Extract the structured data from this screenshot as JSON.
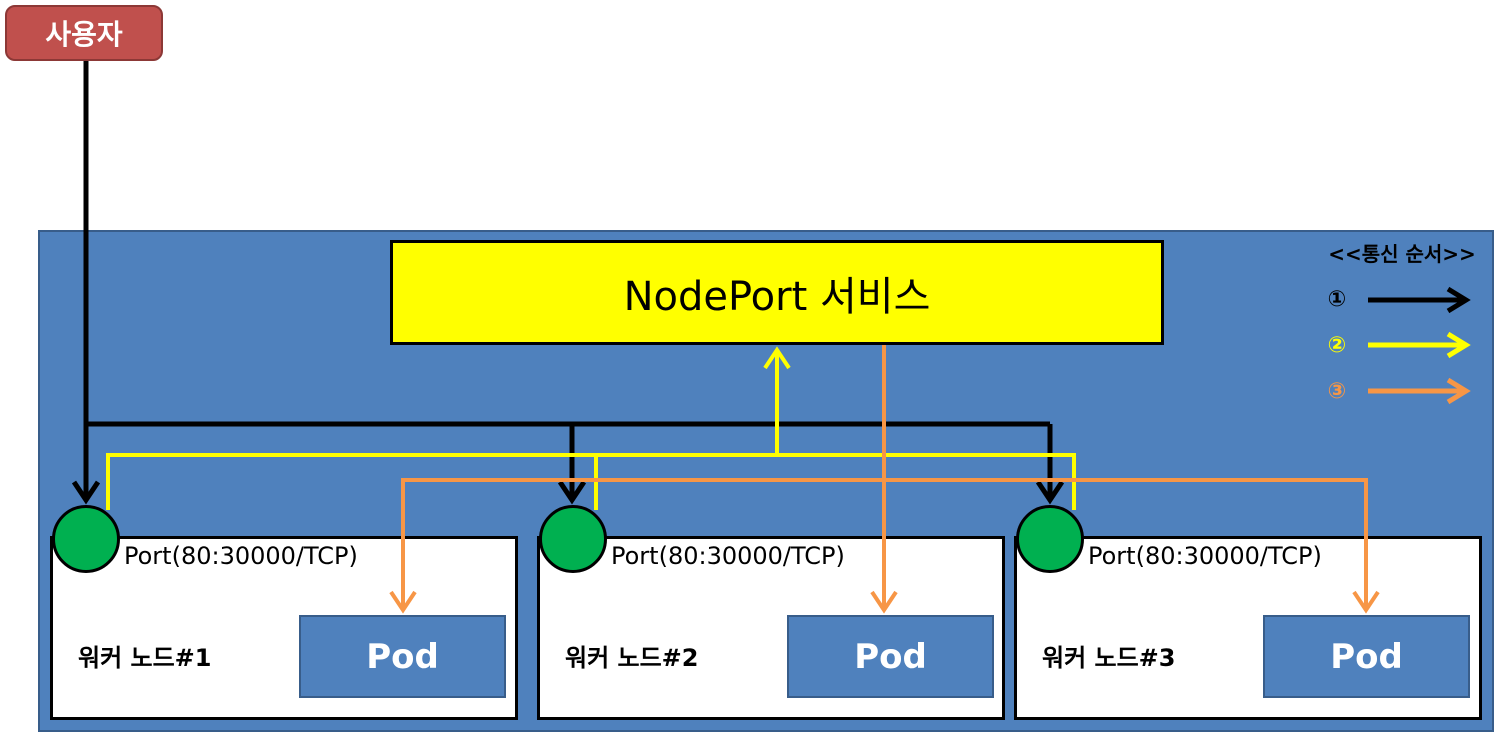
{
  "user": {
    "label": "사용자"
  },
  "service": {
    "label": "NodePort 서비스"
  },
  "nodes": [
    {
      "name": "워커 노드#1",
      "port": "Port(80:30000/TCP)",
      "pod": "Pod"
    },
    {
      "name": "워커 노드#2",
      "port": "Port(80:30000/TCP)",
      "pod": "Pod"
    },
    {
      "name": "워커 노드#3",
      "port": "Port(80:30000/TCP)",
      "pod": "Pod"
    }
  ],
  "legend": {
    "title": "<<통신 순서>>",
    "items": [
      {
        "num": "①",
        "color": "#000000"
      },
      {
        "num": "②",
        "color": "#ffff00"
      },
      {
        "num": "③",
        "color": "#f79646"
      }
    ]
  },
  "colors": {
    "cluster": "#4f81bd",
    "service": "#ffff00",
    "user": "#c0504d",
    "port": "#00b050",
    "flow1": "#000000",
    "flow2": "#ffff00",
    "flow3": "#f79646"
  }
}
